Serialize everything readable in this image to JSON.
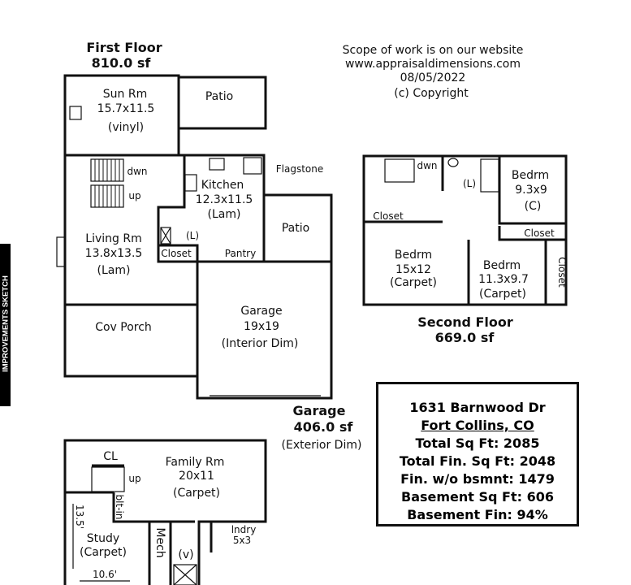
{
  "sidebar_label": "IMPROVEMENTS SKETCH",
  "header": {
    "scope": "Scope of work is on our website",
    "website": "www.appraisaldimensions.com",
    "date": "08/05/2022",
    "copyright": "(c) Copyright"
  },
  "first_floor": {
    "title": "First Floor",
    "area": "810.0 sf",
    "sun_room": {
      "name": "Sun Rm",
      "dims": "15.7x11.5",
      "floor": "(vinyl)"
    },
    "patio1": "Patio",
    "patio2": "Patio",
    "flagstone": "Flagstone",
    "kitchen": {
      "name": "Kitchen",
      "dims": "12.3x11.5",
      "floor": "(Lam)"
    },
    "stairs_down": "dwn",
    "stairs_up": "up",
    "living": {
      "name": "Living Rm",
      "dims": "13.8x13.5",
      "floor": "(Lam)"
    },
    "laundry": "(L)",
    "closet": "Closet",
    "pantry": "Pantry",
    "cov_porch": "Cov Porch",
    "garage": {
      "name": "Garage",
      "dims": "19x19",
      "note": "(Interior Dim)"
    }
  },
  "garage_area": {
    "title": "Garage",
    "area": "406.0 sf",
    "note": "(Exterior Dim)"
  },
  "second_floor": {
    "title": "Second Floor",
    "area": "669.0 sf",
    "stairs_down": "dwn",
    "laundry": "(L)",
    "bedroom1": {
      "name": "Bedrm",
      "dims": "9.3x9",
      "note": "(C)"
    },
    "bedroom2": {
      "name": "Bedrm",
      "dims": "15x12",
      "floor": "(Carpet)"
    },
    "bedroom3": {
      "name": "Bedrm",
      "dims": "11.3x9.7",
      "floor": "(Carpet)"
    },
    "closet1": "Closet",
    "closet2": "Closet",
    "closet3": "Closet"
  },
  "info": {
    "address": "1631 Barnwood Dr",
    "city": "Fort Collins, CO",
    "total": "Total Sq Ft:  2085",
    "total_fin": "Total Fin. Sq Ft:  2048",
    "fin_wo_bsmt": "Fin. w/o bsmnt:  1479",
    "bsmt": "Basement Sq Ft:  606",
    "bsmt_fin": "Basement Fin:  94%"
  },
  "basement": {
    "cl": "CL",
    "up": "up",
    "family": {
      "name": "Family Rm",
      "dims": "20x11",
      "floor": "(Carpet)"
    },
    "built_in": "blt-in",
    "study": {
      "name": "Study",
      "floor": "(Carpet)"
    },
    "study_h": "13.5'",
    "study_w": "10.6'",
    "mech": "Mech",
    "vanity": "(v)",
    "laundry": {
      "name": "lndry",
      "dims": "5x3"
    }
  }
}
